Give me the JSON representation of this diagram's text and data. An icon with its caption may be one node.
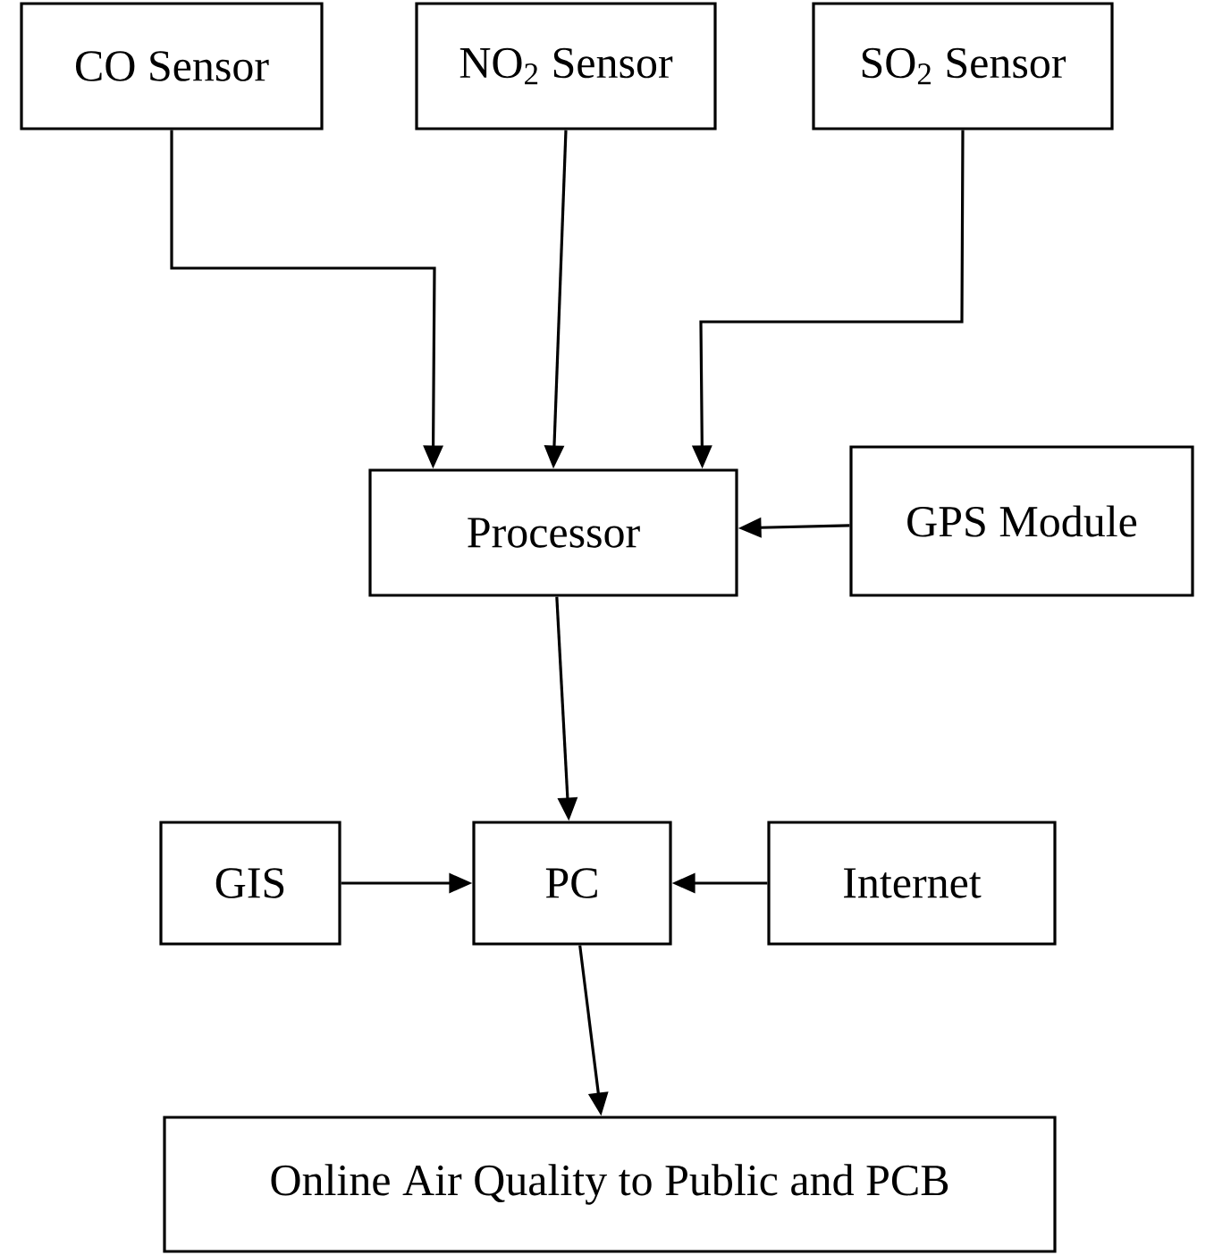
{
  "diagram": {
    "nodes": [
      {
        "text": [
          "CO Sensor"
        ]
      },
      {
        "text": [
          "NO$_{2}$ Sensor"
        ]
      },
      {
        "text": [
          "SO$_{2}$ Sensor"
        ]
      },
      {
        "text": [
          "Processor"
        ]
      },
      {
        "text": [
          "GPS Module"
        ]
      },
      {
        "text": [
          "GIS"
        ]
      },
      {
        "text": [
          "PC"
        ]
      },
      {
        "text": [
          "Internet"
        ]
      },
      {
        "text": [
          "Online Air Quality to Public and PCB"
        ]
      }
    ],
    "edges": [
      {
        "from": 0,
        "to": 3,
        "arrow": "to"
      },
      {
        "from": 1,
        "to": 3,
        "arrow": "to"
      },
      {
        "from": 2,
        "to": 3,
        "arrow": "to"
      },
      {
        "from": 4,
        "to": 3,
        "arrow": "to"
      },
      {
        "from": 3,
        "to": 6,
        "arrow": "to"
      },
      {
        "from": 5,
        "to": 6,
        "arrow": "to"
      },
      {
        "from": 7,
        "to": 6,
        "arrow": "to"
      },
      {
        "from": 6,
        "to": 8,
        "arrow": "to"
      }
    ]
  }
}
